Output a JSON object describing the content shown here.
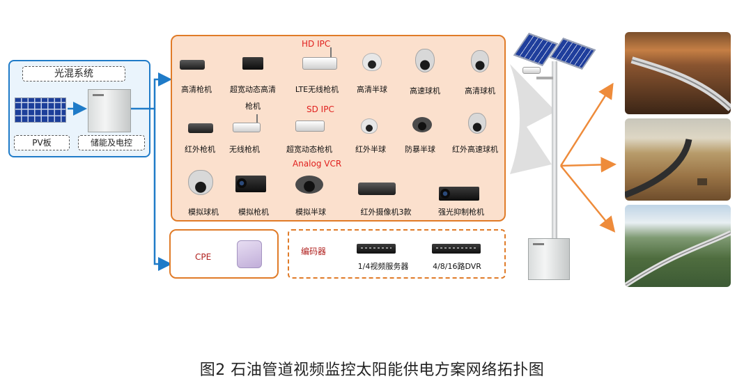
{
  "hybrid_system": {
    "title": "光混系统",
    "pv_label": "PV板",
    "storage_label": "储能及电控"
  },
  "camera_groups": {
    "hd_title": "HD IPC",
    "sd_title": "SD IPC",
    "analog_title": "Analog VCR"
  },
  "cameras": {
    "hd_bullet": "高清枪机",
    "super_dynamic_hd_line1": "超宽动态高清",
    "super_dynamic_hd_line2": "枪机",
    "lte_wireless": "LTE无线枪机",
    "hd_half_dome": "高清半球",
    "hd_speed_dome": "高速球机",
    "hd_dome": "高清球机",
    "ir_bullet": "红外枪机",
    "wireless_bullet": "无线枪机",
    "super_dynamic_bullet": "超宽动态枪机",
    "ir_half_dome": "红外半球",
    "vandal_dome": "防暴半球",
    "ir_speed_dome": "红外高速球机",
    "analog_dome": "模拟球机",
    "analog_bullet": "模拟枪机",
    "analog_half_dome": "模拟半球",
    "ir_camera_3": "红外摄像机3款",
    "strong_light_bullet": "强光抑制枪机"
  },
  "cpe": {
    "label": "CPE"
  },
  "encoder": {
    "title": "编码器",
    "video_server": "1/4视频服务器",
    "dvr": "4/8/16路DVR"
  },
  "caption": "图2  石油管道视频监控太阳能供电方案网络拓扑图",
  "colors": {
    "blue_frame": "#1f7bc8",
    "orange_frame": "#e07b28",
    "orange_fill": "#fbe0cd",
    "red_text": "#e0201e"
  }
}
